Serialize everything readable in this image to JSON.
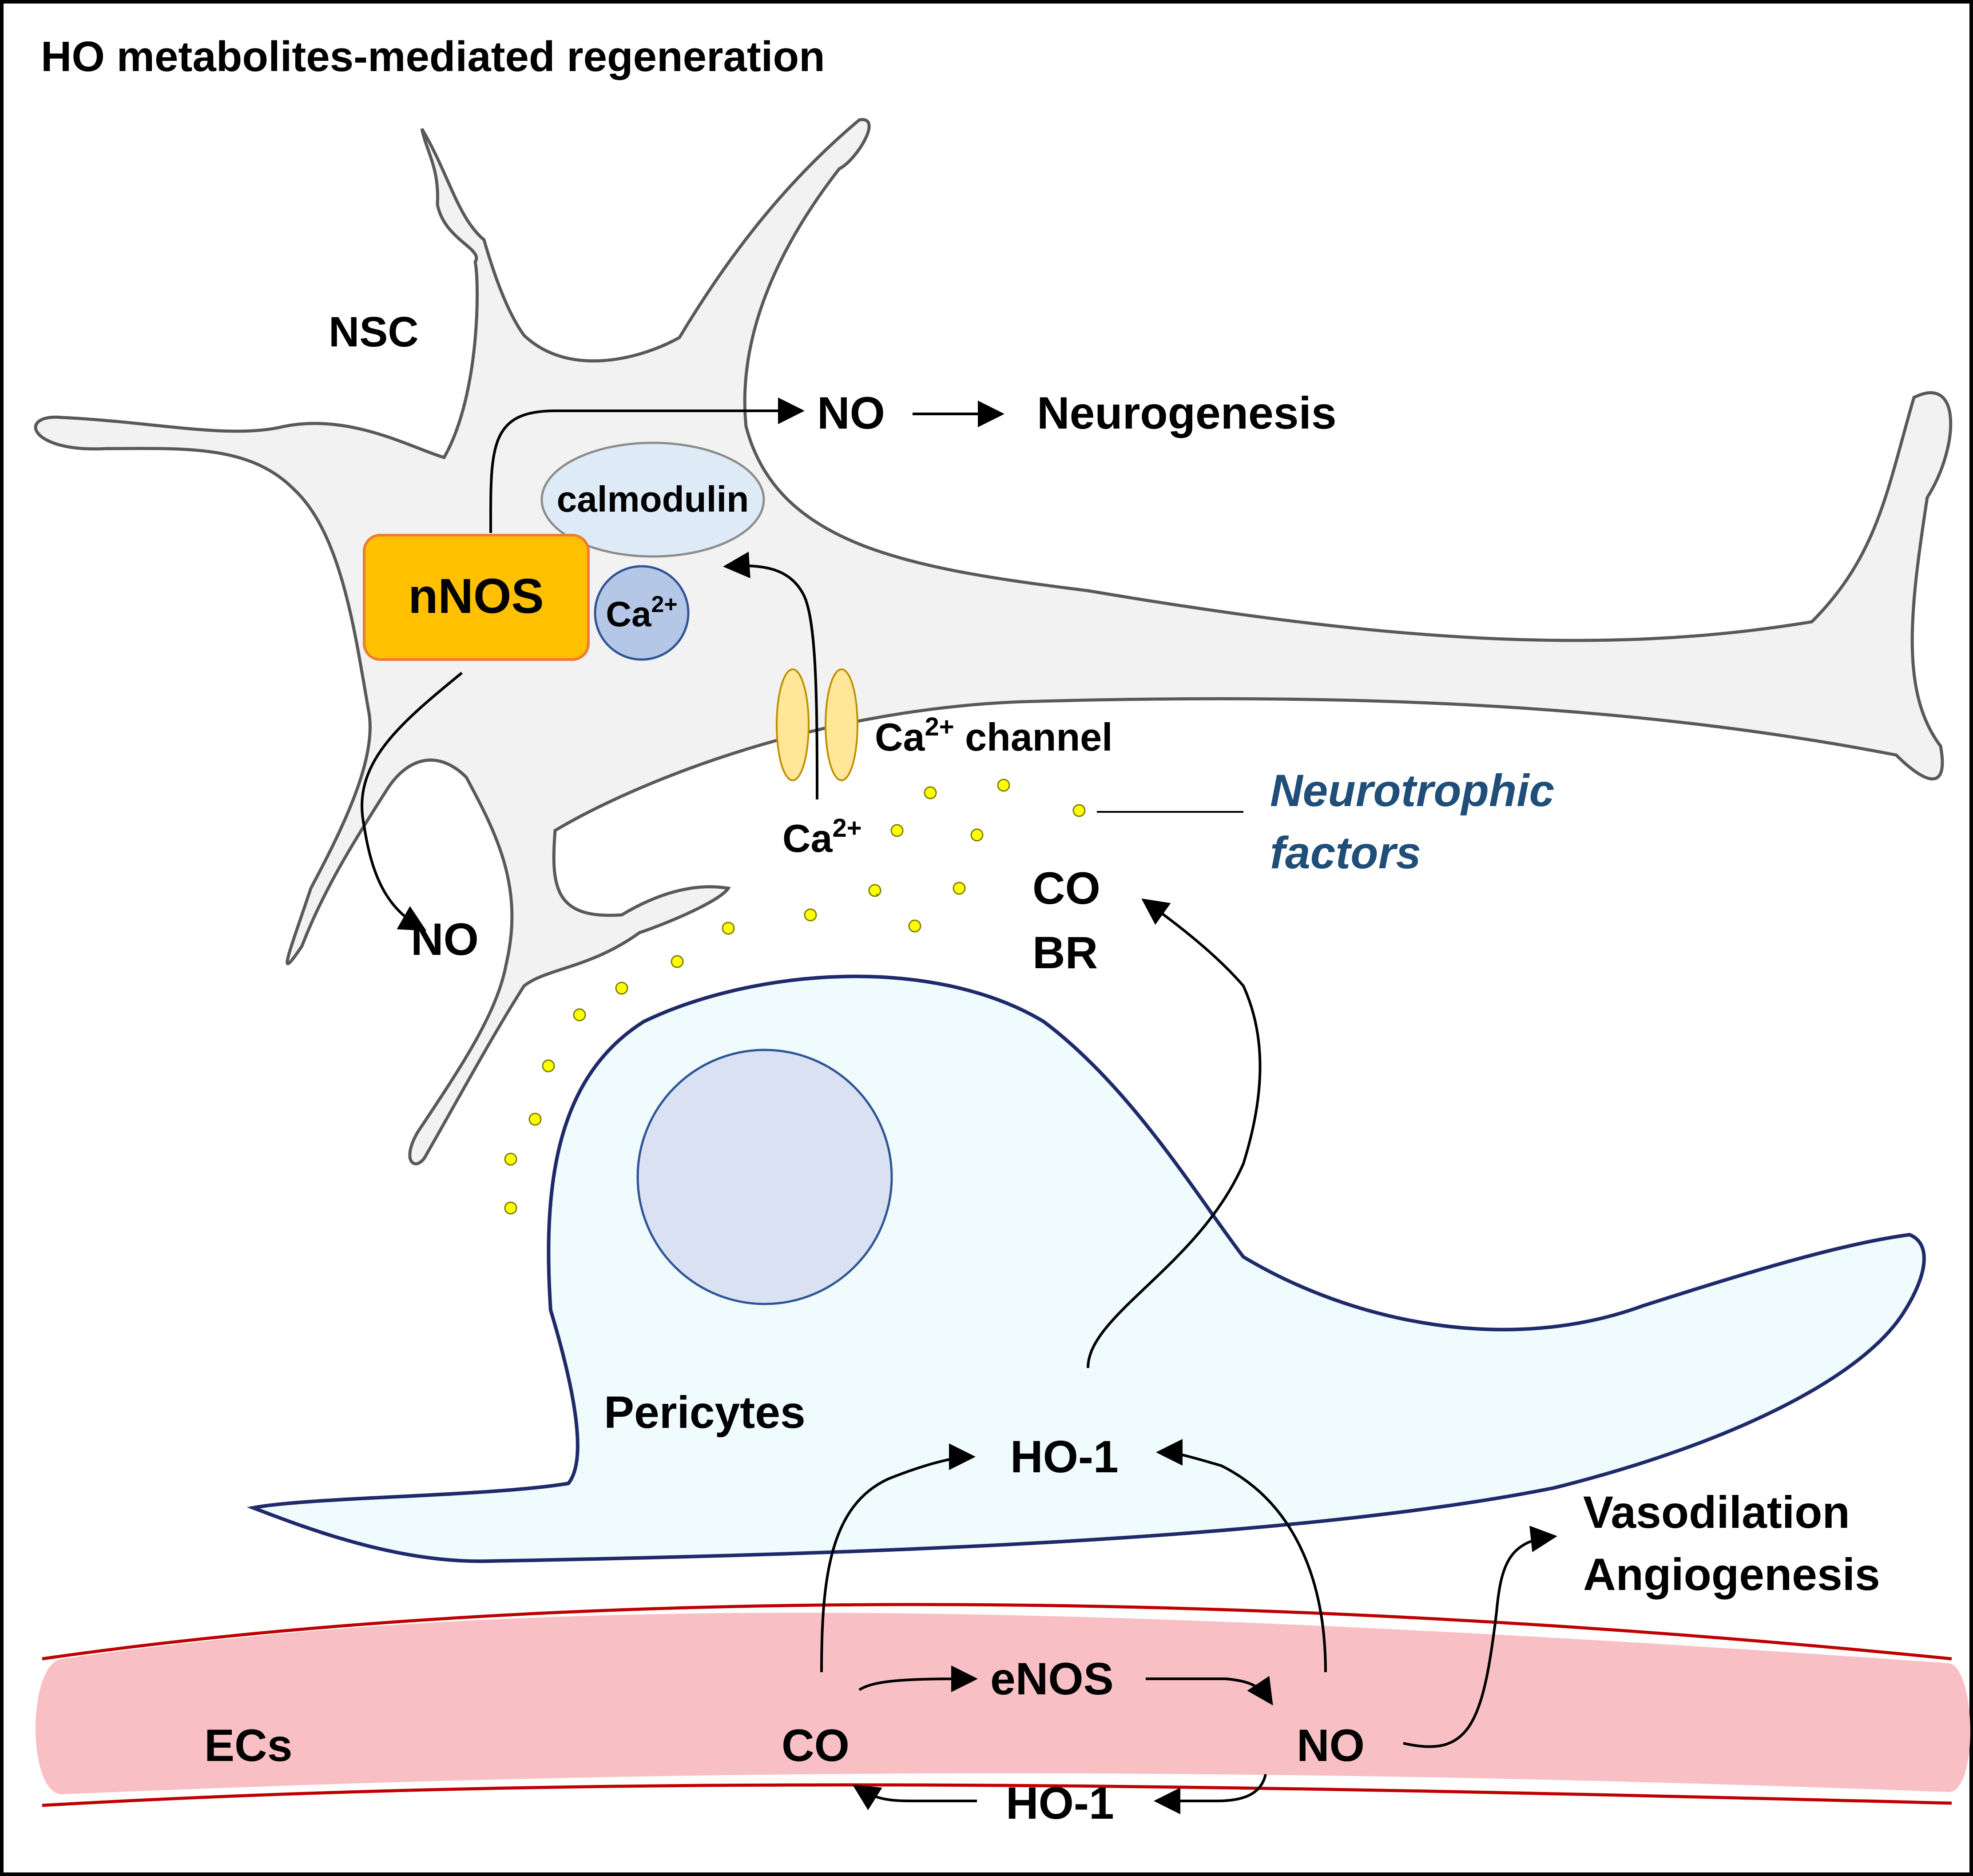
{
  "title": "HO metabolites-mediated regeneration",
  "cells": {
    "nsc": "NSC",
    "pericytes": "Pericytes",
    "ecs": "ECs"
  },
  "molecules": {
    "nnos": "nNOS",
    "calmodulin": "calmodulin",
    "ca_base": "Ca",
    "ca_sup": "2+",
    "channel_suffix": " channel",
    "no": "NO",
    "co": "CO",
    "br": "BR",
    "ho1": "HO-1",
    "enos": "eNOS"
  },
  "outcomes": {
    "neurogenesis": "Neurogenesis",
    "neurotrophic_line1": "Neurotrophic",
    "neurotrophic_line2": "factors",
    "vasodilation": "Vasodilation",
    "angiogenesis": "Angiogenesis"
  },
  "colors": {
    "nsc_fill": "#f2f2f2",
    "nsc_stroke": "#595959",
    "pericyte_fill": "#f0fbfd",
    "pericyte_stroke": "#1f2a6b",
    "nucleus_fill": "#d9e1f2",
    "nucleus_stroke": "#2f5597",
    "vessel_fill": "#f8c0c4",
    "vessel_stroke": "#c00000",
    "nnos_fill": "#ffc000",
    "nnos_stroke": "#ed7d31",
    "calmodulin_fill": "#deebf7",
    "calcium_fill": "#b4c7e7",
    "channel_fill": "#ffe699",
    "dot_fill": "#ffff00",
    "neurotrophic_text": "#1f4e79"
  }
}
